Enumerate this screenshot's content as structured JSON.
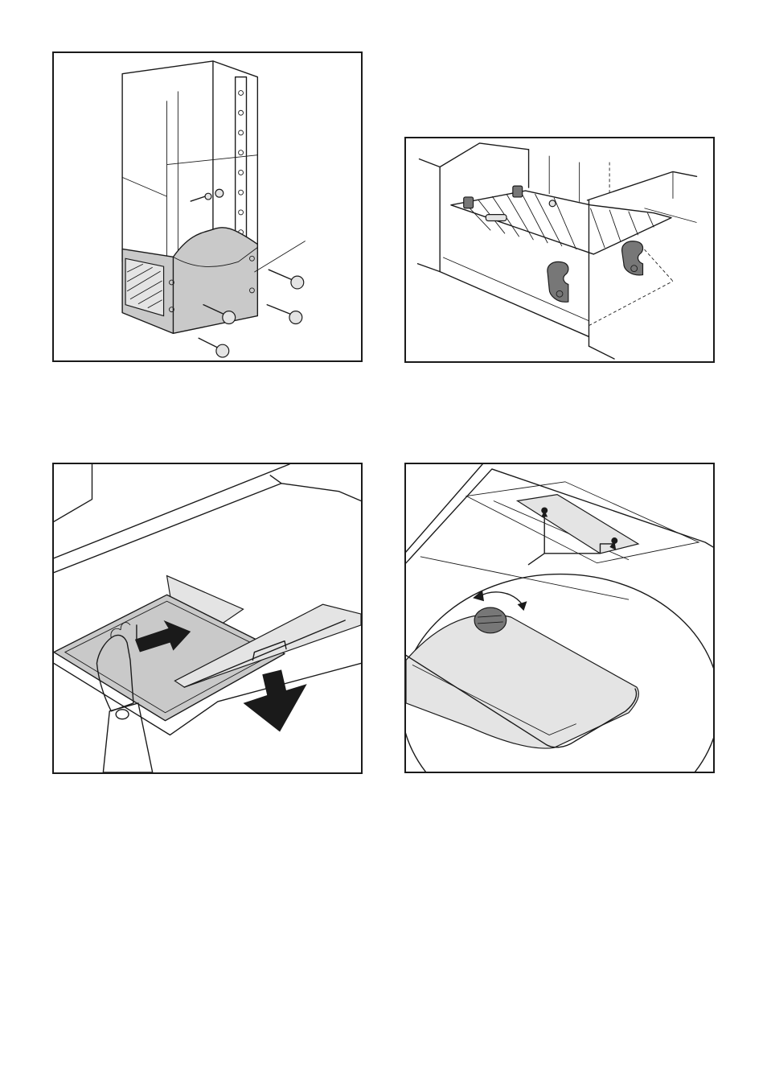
{
  "figures": [
    {
      "id": "fig-chimney-mounting",
      "illustration": "chimney-with-screws-icon"
    },
    {
      "id": "fig-shelf-brackets",
      "illustration": "wire-shelf-brackets-icon"
    },
    {
      "id": "fig-filter-removal",
      "illustration": "hand-removing-filter-icon"
    },
    {
      "id": "fig-lamp-cover",
      "illustration": "lamp-cover-rotate-icon"
    }
  ],
  "colors": {
    "line": "#1a1a1a",
    "shade": "#c9c9c9",
    "light_shade": "#e4e4e4"
  }
}
